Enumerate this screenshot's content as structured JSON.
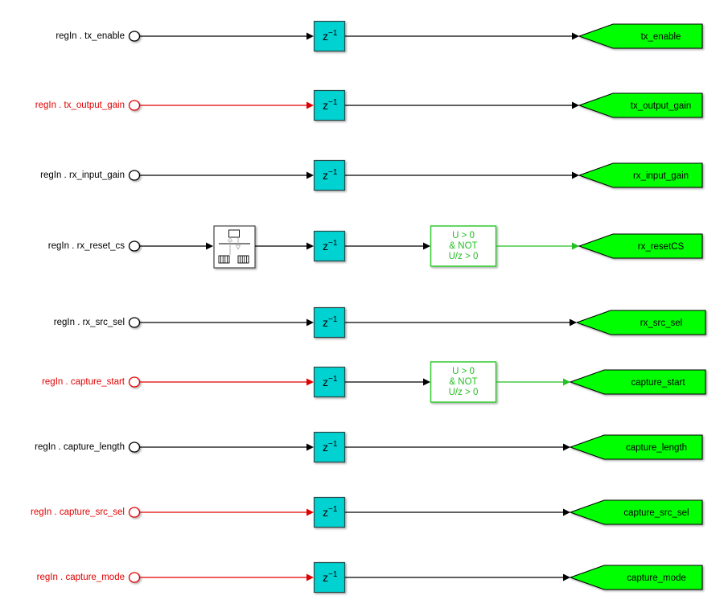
{
  "diagram": {
    "colors": {
      "signal_default": "#000000",
      "signal_highlight": "#e00000",
      "signal_edge": "#22c022",
      "delay_fill": "#00d2d2",
      "goto_fill": "#00ff00",
      "edge_border": "#33cc33"
    },
    "delay_block": {
      "base": "z",
      "exponent": "-1"
    },
    "edge_detect": {
      "lines": [
        "U > 0",
        "&  NOT",
        "U/z > 0"
      ]
    },
    "rows": [
      {
        "inport": "regIn . tx_enable",
        "highlight": false,
        "rate_transition": false,
        "edge_detect": false,
        "goto": "tx_enable"
      },
      {
        "inport": "regIn . tx_output_gain",
        "highlight": true,
        "rate_transition": false,
        "edge_detect": false,
        "goto": "tx_output_gain"
      },
      {
        "inport": "regIn . rx_input_gain",
        "highlight": false,
        "rate_transition": false,
        "edge_detect": false,
        "goto": "rx_input_gain"
      },
      {
        "inport": "regIn . rx_reset_cs",
        "highlight": false,
        "rate_transition": true,
        "edge_detect": true,
        "goto": "rx_resetCS"
      },
      {
        "inport": "regIn . rx_src_sel",
        "highlight": false,
        "rate_transition": false,
        "edge_detect": false,
        "goto": "rx_src_sel"
      },
      {
        "inport": "regIn . capture_start",
        "highlight": true,
        "rate_transition": false,
        "edge_detect": true,
        "goto": "capture_start"
      },
      {
        "inport": "regIn . capture_length",
        "highlight": false,
        "rate_transition": false,
        "edge_detect": false,
        "goto": "capture_length"
      },
      {
        "inport": "regIn . capture_src_sel",
        "highlight": true,
        "rate_transition": false,
        "edge_detect": false,
        "goto": "capture_src_sel"
      },
      {
        "inport": "regIn . capture_mode",
        "highlight": true,
        "rate_transition": false,
        "edge_detect": false,
        "goto": "capture_mode"
      }
    ]
  }
}
